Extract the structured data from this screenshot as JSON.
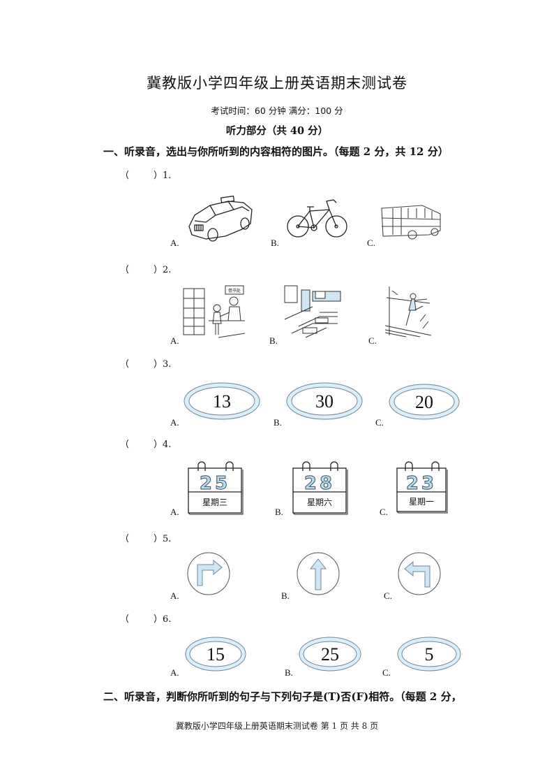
{
  "document": {
    "title": "冀教版小学四年级上册英语期末测试卷",
    "meta": "考试时间：60 分钟   满分：100 分",
    "part_heading": "听力部分（共 40 分）",
    "sections": [
      {
        "label": "一、听录音，选出与你所听到的内容相符的图片。（每题 2 分，共 12 分）"
      },
      {
        "label": "二、听录音，判断你所听到的句子与下列句子是(T)否(F)相符。（每题 2 分，"
      }
    ],
    "questions": [
      {
        "number": "）1.",
        "paren": "（",
        "options": [
          {
            "letter": "A.",
            "image": "taxi-car"
          },
          {
            "letter": "B.",
            "image": "bicycle"
          },
          {
            "letter": "C.",
            "image": "bus"
          }
        ]
      },
      {
        "number": "）2.",
        "paren": "（",
        "options": [
          {
            "letter": "A.",
            "image": "library-desk",
            "sign": "借书处"
          },
          {
            "letter": "B.",
            "image": "classroom"
          },
          {
            "letter": "C.",
            "image": "dance-room"
          }
        ]
      },
      {
        "number": "）3.",
        "paren": "（",
        "options": [
          {
            "letter": "A.",
            "value": "13"
          },
          {
            "letter": "B.",
            "value": "30"
          },
          {
            "letter": "C.",
            "value": "20"
          }
        ]
      },
      {
        "number": "）4.",
        "paren": "（",
        "options": [
          {
            "letter": "A.",
            "date": "25",
            "day": "星期三"
          },
          {
            "letter": "B.",
            "date": "28",
            "day": "星期六"
          },
          {
            "letter": "C.",
            "date": "23",
            "day": "星期一"
          }
        ]
      },
      {
        "number": "）5.",
        "paren": "（",
        "options": [
          {
            "letter": "A.",
            "image": "turn-right-sign"
          },
          {
            "letter": "B.",
            "image": "go-straight-sign"
          },
          {
            "letter": "C.",
            "image": "turn-left-sign"
          }
        ]
      },
      {
        "number": "）6.",
        "paren": "（",
        "options": [
          {
            "letter": "A.",
            "value": "15"
          },
          {
            "letter": "B.",
            "value": "25"
          },
          {
            "letter": "C.",
            "value": "5"
          }
        ]
      }
    ],
    "footer": "冀教版小学四年级上册英语期末测试卷   第 1 页 共 8 页"
  },
  "colors": {
    "accent_blue": "#b8dcef",
    "line": "#333333"
  }
}
